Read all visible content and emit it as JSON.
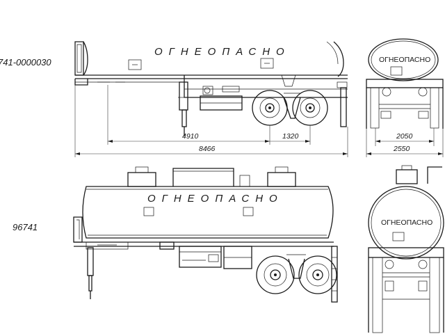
{
  "drawing": {
    "top_view": {
      "model_label": "741-0000030",
      "tank_text": "ОГНЕОПАСНО",
      "rear_oval_text": "ОГНЕОПАСНО",
      "dimensions": {
        "total_length": "8466",
        "kingpin_to_axle": "4910",
        "axle_spacing": "1320",
        "track_width": "2050",
        "overall_width": "2550"
      }
    },
    "bottom_view": {
      "model_label": "96741",
      "tank_text": "ОГНЕОПАСНО",
      "rear_oval_text": "ОГНЕОПАСНО"
    }
  }
}
